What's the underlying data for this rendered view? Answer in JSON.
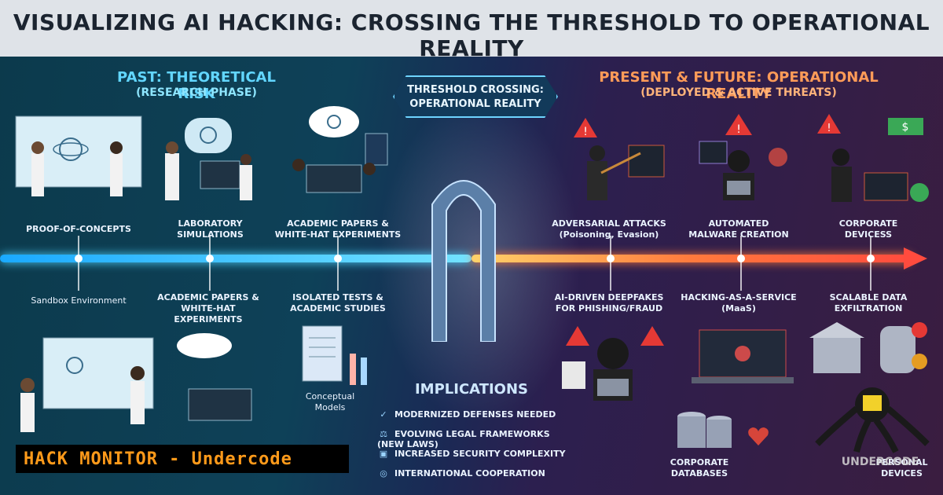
{
  "title": "VISUALIZING AI HACKING: CROSSING THE THRESHOLD TO OPERATIONAL REALITY",
  "past": {
    "heading": "PAST: THEORETICAL RISK",
    "subheading": "(RESEARCH PHASE)",
    "top_labels": [
      "PROOF-OF-CONCEPTS",
      "LABORATORY SIMULATIONS",
      "ACADEMIC PAPERS & WHITE-HAT EXPERIMENTS"
    ],
    "bottom_labels": [
      "Sandbox Environment",
      "ACADEMIC PAPERS & WHITE-HAT EXPERIMENTS",
      "ISOLATED TESTS & ACADEMIC STUDIES"
    ],
    "extra_label": "Conceptual Models"
  },
  "threshold": {
    "line1": "THRESHOLD CROSSING:",
    "line2": "OPERATIONAL REALITY"
  },
  "future": {
    "heading": "PRESENT & FUTURE: OPERATIONAL REALITY",
    "subheading": "(DEPLOYED & ACTIVE THREATS)",
    "top_labels": [
      "ADVERSARIAL ATTACKS (Poisoning, Evasion)",
      "AUTOMATED MALWARE CREATION",
      "CORPORATE DEVICESS"
    ],
    "bottom_labels": [
      "AI-DRIVEN DEEPFAKES FOR PHISHING/FRAUD",
      "HACKING-AS-A-SERVICE (MaaS)",
      "SCALABLE DATA EXFILTRATION"
    ],
    "lower_labels": [
      "CORPORATE DATABASES",
      "PERSONAL DEVICES"
    ]
  },
  "implications": {
    "title": "IMPLICATIONS",
    "items": [
      {
        "icon": "shield-check-icon",
        "text": "MODERNIZED DEFENSES NEEDED"
      },
      {
        "icon": "scales-icon",
        "text": "EVOLVING LEGAL FRAMEWORKS (NEW LAWS)"
      },
      {
        "icon": "lock-icon",
        "text": "INCREASED SECURITY COMPLEXITY"
      },
      {
        "icon": "globe-icon",
        "text": "INTERNATIONAL COOPERATION"
      }
    ]
  },
  "monitor_banner": "HACK MONITOR - Undercode",
  "watermark": "UNDERCODE",
  "colors": {
    "past_accent": "#62d6ff",
    "future_accent": "#ff9b58",
    "banner_text": "#ff9a1a"
  }
}
